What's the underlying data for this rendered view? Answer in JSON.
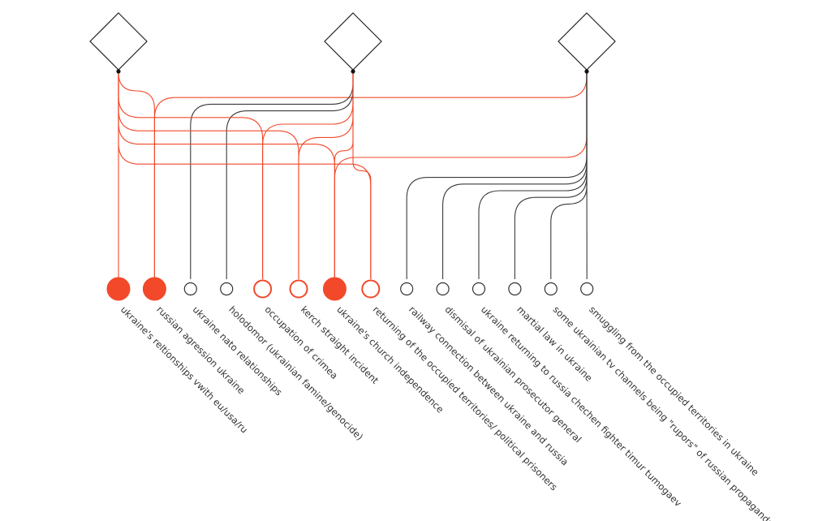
{
  "colors": {
    "accent": "#f2492a",
    "neutral": "#3a3a3a",
    "background": "#ffffff"
  },
  "sources": [
    {
      "id": "s1",
      "shape": "diamond-outline"
    },
    {
      "id": "s2",
      "shape": "diamond-outline"
    },
    {
      "id": "s3",
      "shape": "diamond-outline"
    }
  ],
  "topics": [
    {
      "label": "ukraine's reltionships vwith eu/usa/ru",
      "marker": "filled-red",
      "sources": [
        "s1"
      ]
    },
    {
      "label": "russian agression ukraine",
      "marker": "filled-red",
      "sources": [
        "s1",
        "s3"
      ]
    },
    {
      "label": "ukraine nato relationships",
      "marker": "outline-dark",
      "sources": [
        "s2"
      ]
    },
    {
      "label": "holodomor (ukrainian famine/genocide)",
      "marker": "outline-dark",
      "sources": [
        "s2"
      ]
    },
    {
      "label": "occupation of crimea",
      "marker": "outline-red",
      "sources": [
        "s1",
        "s2"
      ]
    },
    {
      "label": "kerch straight incident",
      "marker": "outline-red",
      "sources": [
        "s1",
        "s2"
      ]
    },
    {
      "label": "ukraine's church independence",
      "marker": "filled-red",
      "sources": [
        "s1",
        "s2",
        "s3"
      ]
    },
    {
      "label": "returning of the occupied territories/ political prisoners",
      "marker": "outline-red",
      "sources": [
        "s1",
        "s2"
      ]
    },
    {
      "label": "railway connection between ukraine and russia",
      "marker": "outline-dark",
      "sources": [
        "s3"
      ]
    },
    {
      "label": "dismisal of ukrainian prosecutor general",
      "marker": "outline-dark",
      "sources": [
        "s3"
      ]
    },
    {
      "label": "ukraine returning to russia chechen fighter timur tumogaev",
      "marker": "outline-dark",
      "sources": [
        "s3"
      ]
    },
    {
      "label": "martial law in ukraine",
      "marker": "outline-dark",
      "sources": [
        "s3"
      ]
    },
    {
      "label": "some ukrainian tv channels being \"rupors\" of russian propaganda",
      "marker": "outline-dark",
      "sources": [
        "s3"
      ]
    },
    {
      "label": "smuggling from the occupied territories in ukraine",
      "marker": "outline-dark",
      "sources": [
        "s3"
      ]
    }
  ]
}
